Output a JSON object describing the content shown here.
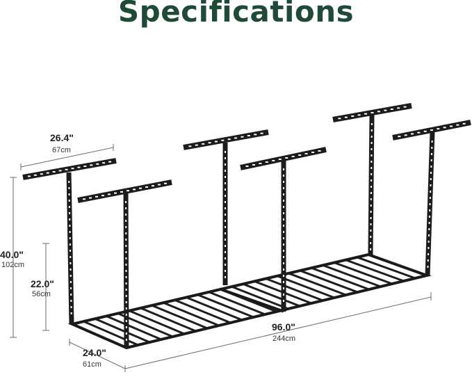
{
  "title": "Specifications",
  "dimensions": {
    "bracket_width": {
      "imperial": "26.4\"",
      "metric": "67cm"
    },
    "total_height": {
      "imperial": "40.0\"",
      "metric": "102cm"
    },
    "min_height": {
      "imperial": "22.0\"",
      "metric": "56cm"
    },
    "depth": {
      "imperial": "24.0\"",
      "metric": "61cm"
    },
    "length": {
      "imperial": "96.0\"",
      "metric": "244cm"
    }
  },
  "colors": {
    "title": "#1f4a37",
    "rack": "#1c1c1c",
    "dimension_line": "#6b6b6b"
  }
}
